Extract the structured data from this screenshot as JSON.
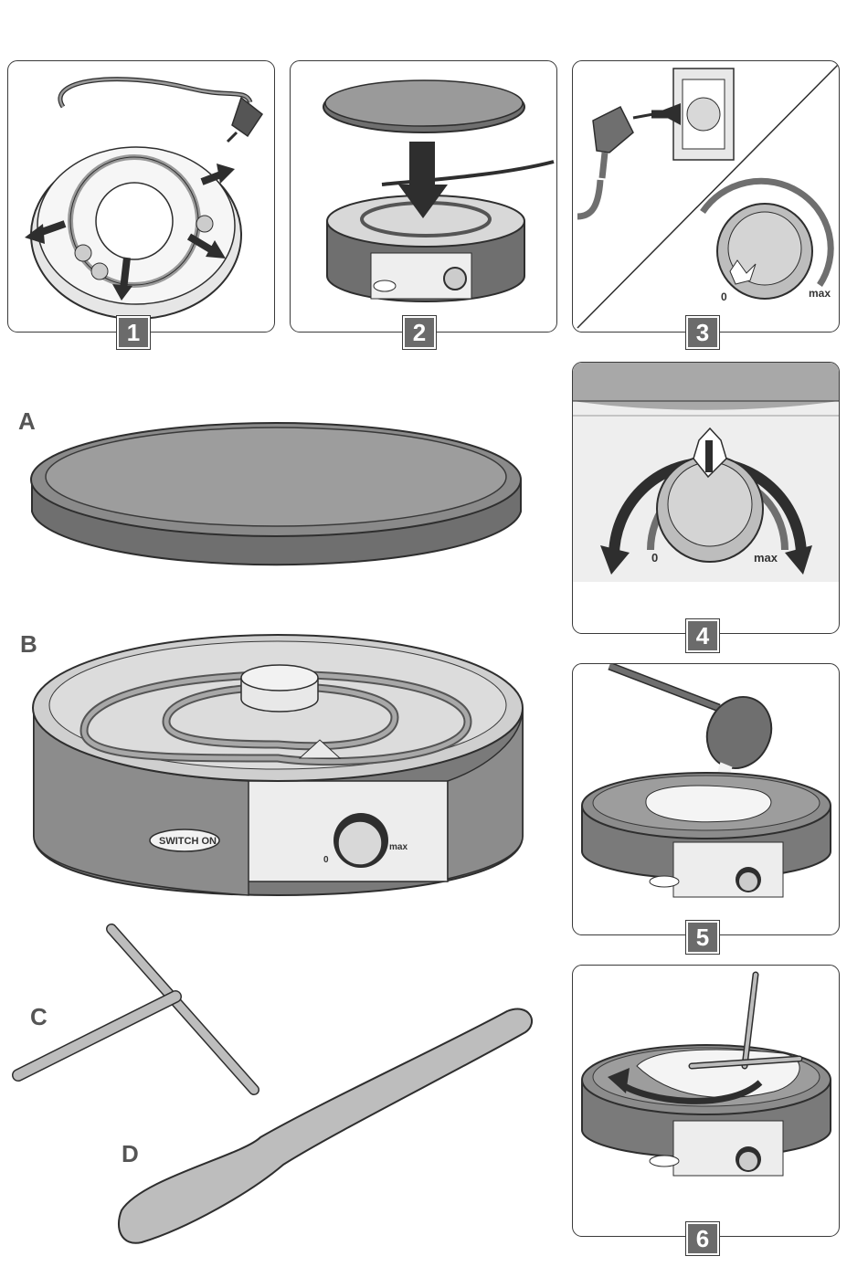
{
  "steps": {
    "s1": "1",
    "s2": "2",
    "s3": "3",
    "s4": "4",
    "s5": "5",
    "s6": "6"
  },
  "parts": {
    "a": "A",
    "b": "B",
    "c": "C",
    "d": "D"
  },
  "dial": {
    "zero": "0",
    "max": "max"
  },
  "brand": {
    "name": "SWITCH ON"
  },
  "colors": {
    "grey_dark": "#6f6f6f",
    "grey_mid": "#a8a8a8",
    "grey_light": "#d8d8d8",
    "outline": "#2e2e2e"
  }
}
